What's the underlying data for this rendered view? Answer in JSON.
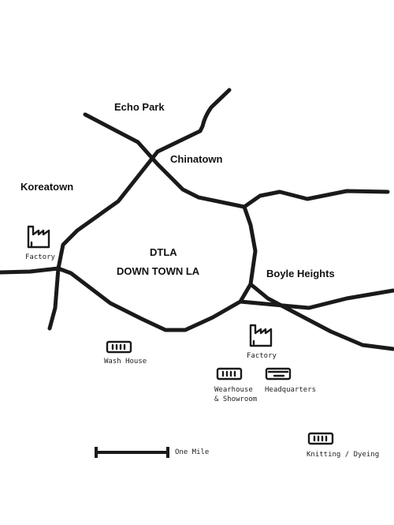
{
  "districts": {
    "echo_park": "Echo Park",
    "chinatown": "Chinatown",
    "koreatown": "Koreatown",
    "dtla": "DTLA",
    "downtown": "DOWN TOWN LA",
    "boyle_heights": "Boyle Heights"
  },
  "locations": {
    "factory_west": "Factory",
    "factory_east": "Factory",
    "wash_house": "Wash House",
    "wearhouse_line1": "Wearhouse",
    "wearhouse_line2": "& Showroom",
    "headquarters": "Headquarters",
    "knitting_dyeing": "Knitting / Dyeing"
  },
  "scale": {
    "label": "One Mile"
  },
  "icons": {
    "factory": "factory-icon",
    "facility": "basket-icon",
    "headquarters": "headquarters-icon",
    "scale_bar": "scale-bar-icon"
  },
  "colors": {
    "road": "#1a1a1a",
    "background": "#ffffff",
    "text": "#111111"
  }
}
